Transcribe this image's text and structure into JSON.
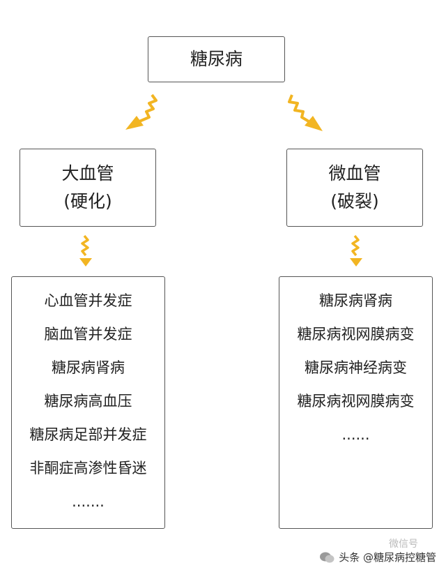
{
  "root": {
    "label": "糖尿病"
  },
  "left": {
    "title": "大血管",
    "subtitle": "(硬化)",
    "items": [
      "心血管并发症",
      "脑血管并发症",
      "糖尿病肾病",
      "糖尿病高血压",
      "糖尿病足部并发症",
      "非酮症高渗性昏迷",
      "......."
    ]
  },
  "right": {
    "title": "微血管",
    "subtitle": "(破裂)",
    "items": [
      "糖尿病肾病",
      "糖尿病视网膜病变",
      "糖尿病神经病变",
      "糖尿病视网膜病变",
      "......"
    ]
  },
  "watermark": {
    "ghost": "微信号",
    "text": "头条 @糖尿病控糖管"
  },
  "colors": {
    "arrow": "#f2b522",
    "border": "#555555"
  }
}
